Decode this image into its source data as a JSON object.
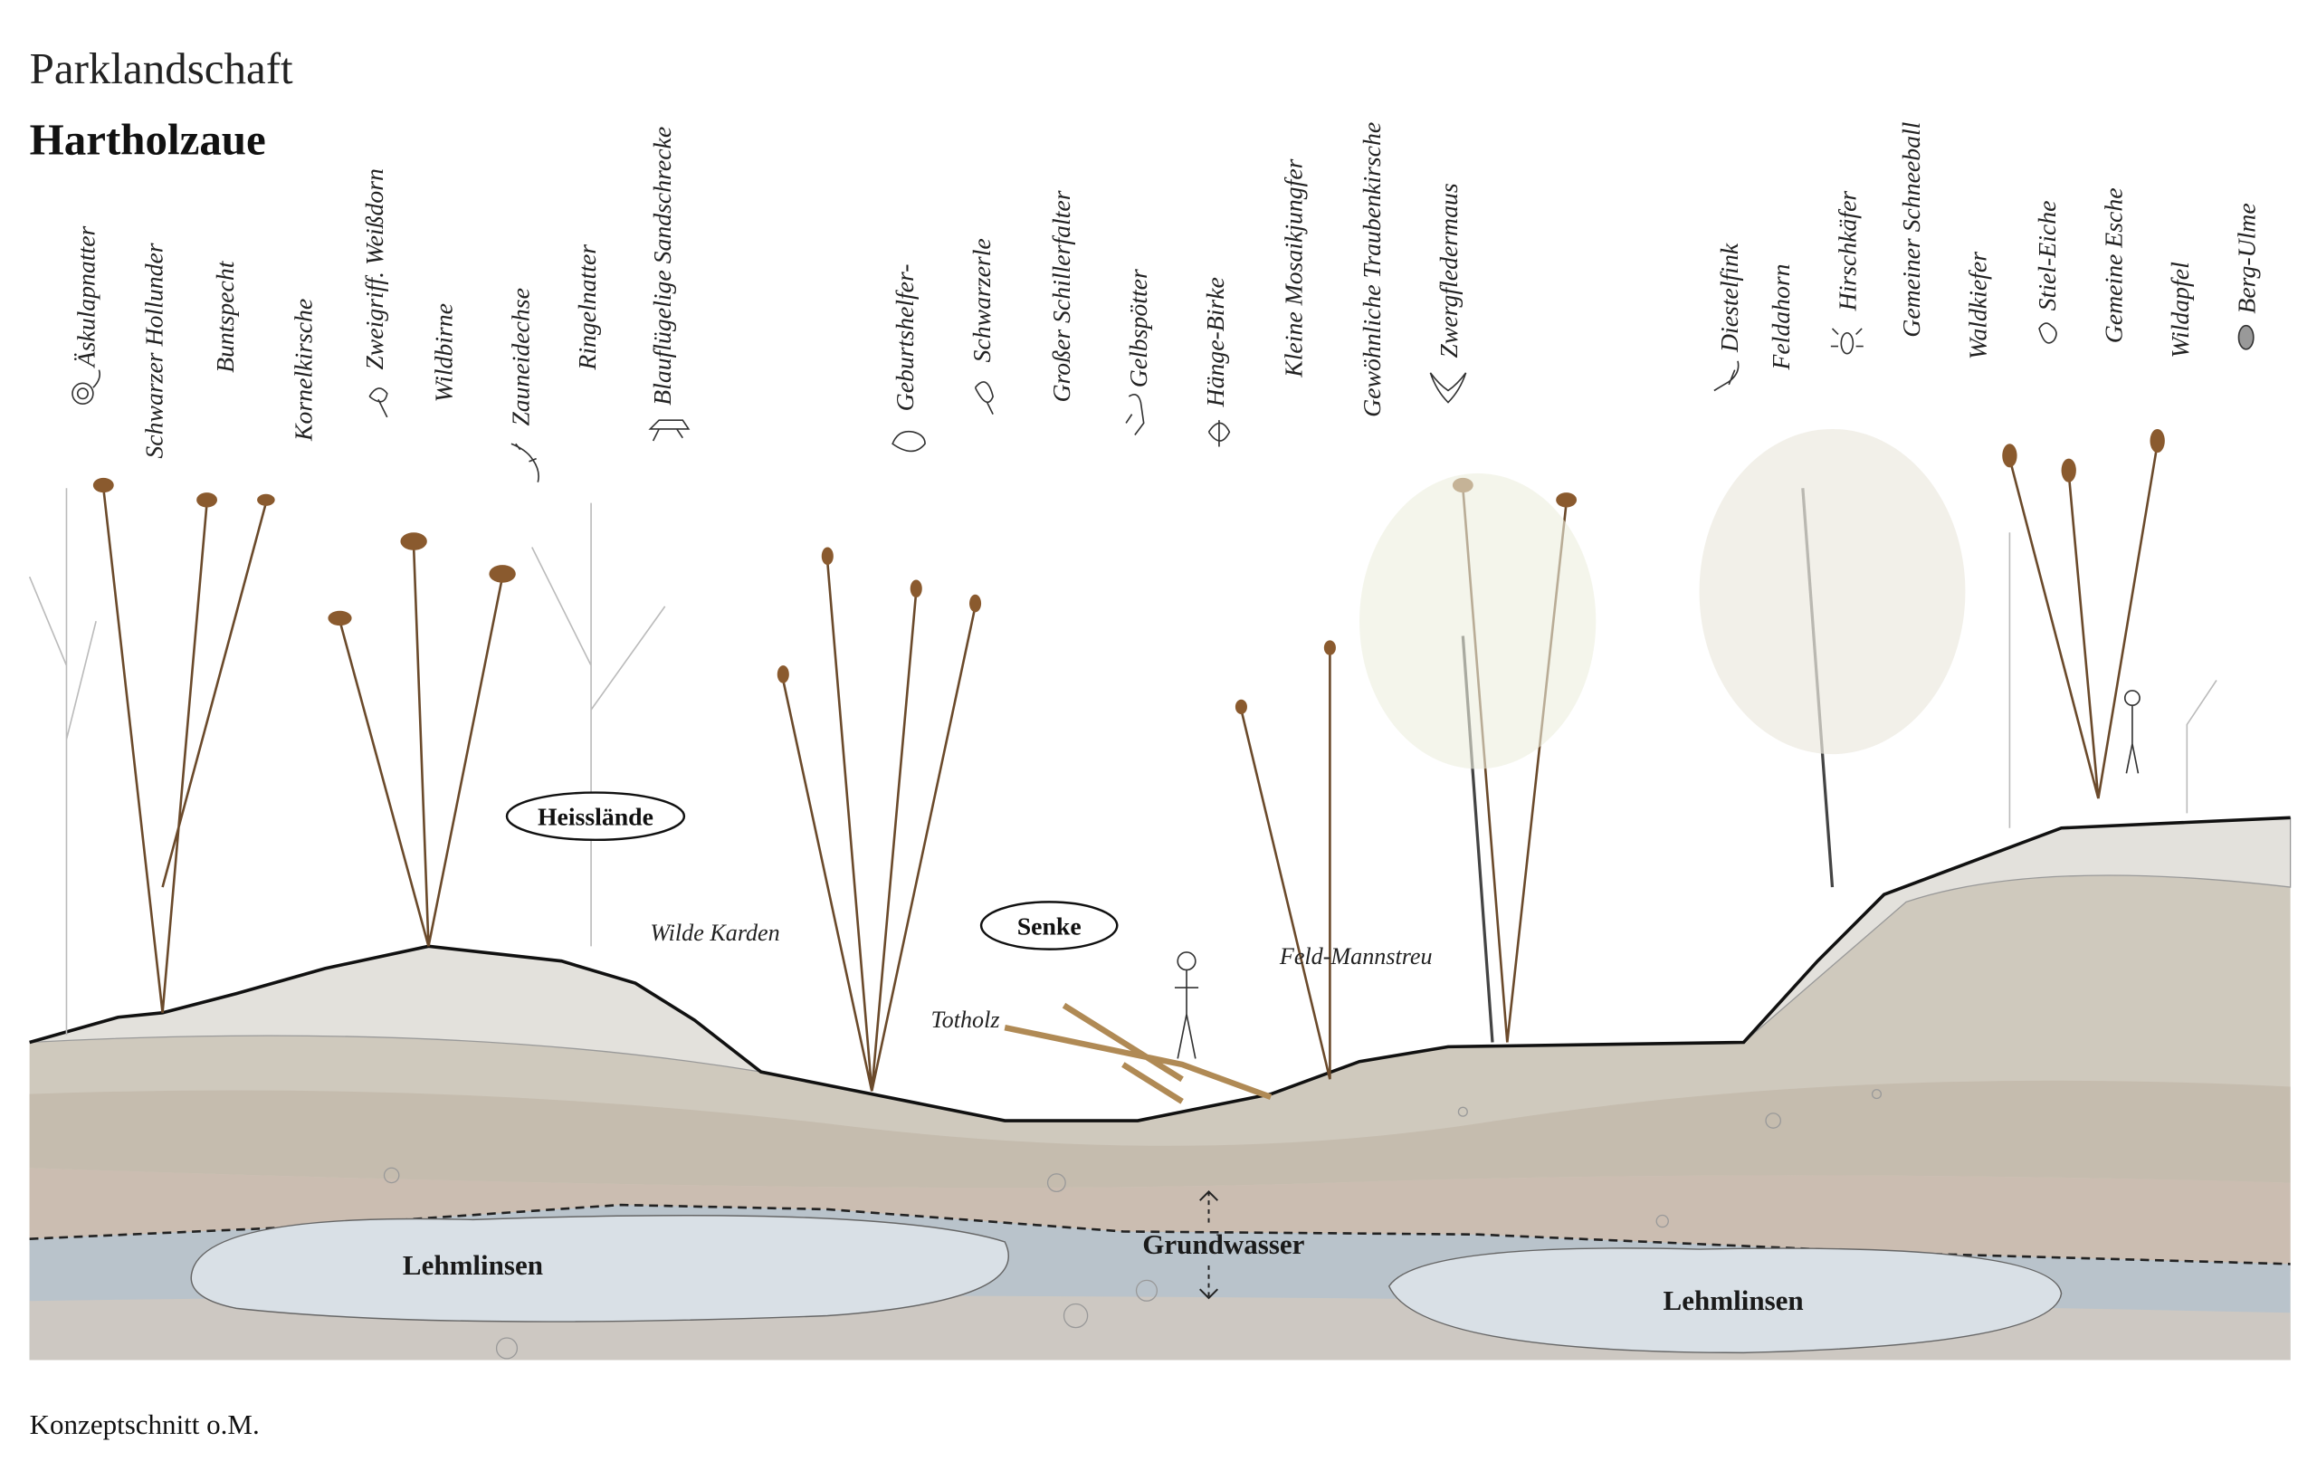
{
  "header": {
    "subtitle": "Parklandschaft",
    "title": "Hartholzaue"
  },
  "species": [
    {
      "label": "Äskulapnatter",
      "icon": "snake-icon"
    },
    {
      "label": "Schwarzer Hollunder",
      "icon": ""
    },
    {
      "label": "Buntspecht",
      "icon": ""
    },
    {
      "label": "Kornelkirsche",
      "icon": ""
    },
    {
      "label": "Zweigriff. Weißdorn",
      "icon": "leaf-icon"
    },
    {
      "label": "Wildbirne",
      "icon": ""
    },
    {
      "label": "Zauneidechse",
      "icon": "lizard-icon"
    },
    {
      "label": "Ringelnatter",
      "icon": ""
    },
    {
      "label": "Blauflügelige Sandschrecke",
      "icon": "grasshopper-icon"
    },
    {
      "label": "Geburtshelfer-",
      "icon": "toad-icon"
    },
    {
      "label": "Schwarzerle",
      "icon": "leaf-icon"
    },
    {
      "label": "Großer Schillerfalter",
      "icon": ""
    },
    {
      "label": "Gelbspötter",
      "icon": "bird-icon"
    },
    {
      "label": "Hänge-Birke",
      "icon": "leaf-icon"
    },
    {
      "label": "Kleine Mosaikjungfer",
      "icon": ""
    },
    {
      "label": "Gewöhnliche Traubenkirsche",
      "icon": ""
    },
    {
      "label": "Zwergfledermaus",
      "icon": "bat-icon"
    },
    {
      "label": "Diestelfink",
      "icon": "bird-icon"
    },
    {
      "label": "Feldahorn",
      "icon": ""
    },
    {
      "label": "Hirschkäfer",
      "icon": "beetle-icon"
    },
    {
      "label": "Gemeiner Schneeball",
      "icon": ""
    },
    {
      "label": "Waldkiefer",
      "icon": ""
    },
    {
      "label": "Stiel-Eiche",
      "icon": "oak-leaf-icon"
    },
    {
      "label": "Gemeine Esche",
      "icon": ""
    },
    {
      "label": "Wildapfel",
      "icon": ""
    },
    {
      "label": "Berg-Ulme",
      "icon": "leaf-icon"
    }
  ],
  "zones": {
    "heat": "Heisslände",
    "hollow": "Senke"
  },
  "annotations": {
    "teasel": "Wilde Karden",
    "deadwood": "Totholz",
    "eryngo": "Feld-Mannstreu"
  },
  "layers": {
    "groundwater": "Grundwasser",
    "clay_left": "Lehmlinsen",
    "clay_right": "Lehmlinsen"
  },
  "footer": {
    "caption": "Konzeptschnitt o.M."
  },
  "colors": {
    "soil_top": "#cfc9bd",
    "soil_mid": "#c2b8a9",
    "soil_deep": "#cdbfb3",
    "groundwater": "#b9c3cb",
    "clay": "#d9e0e6",
    "gravel": "#e3e1dc",
    "plant": "#8a5a2e"
  }
}
